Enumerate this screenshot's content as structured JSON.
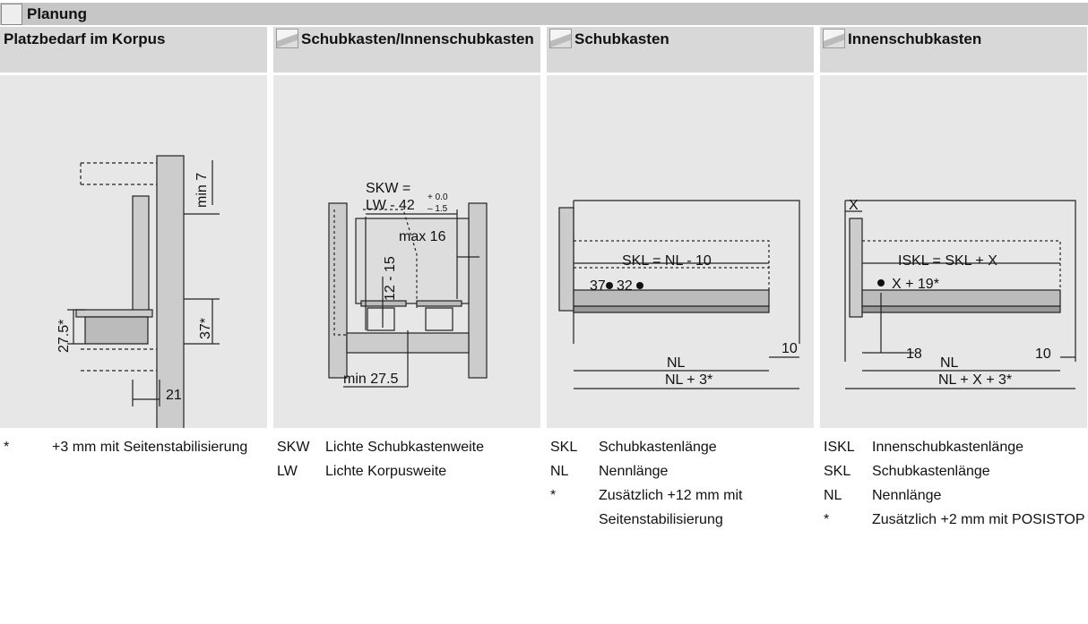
{
  "header": {
    "title": "Planung"
  },
  "columns": [
    {
      "title": "Platzbedarf im Korpus",
      "labels": {
        "min7": "min 7",
        "d275": "27.5*",
        "d37": "37*",
        "d21": "21"
      },
      "notes": [
        {
          "key": "*",
          "text": "+3 mm mit Seitenstabilisierung"
        }
      ]
    },
    {
      "title": "Schubkasten/Innenschubkasten",
      "labels": {
        "skw": "SKW =",
        "lw": "LW - 42",
        "tol_up": "+ 0.0",
        "tol_dn": "– 1.5",
        "max16": "max 16",
        "h": "12 - 15",
        "min275": "min 27.5"
      },
      "notes": [
        {
          "key": "SKW",
          "text": "Lichte Schubkastenweite"
        },
        {
          "key": "LW",
          "text": "Lichte Korpusweite"
        }
      ]
    },
    {
      "title": "Schubkasten",
      "labels": {
        "skl": "SKL = NL - 10",
        "d37": "37",
        "d32": "32",
        "d10": "10",
        "nl": "NL",
        "nl3": "NL + 3*"
      },
      "notes": [
        {
          "key": "SKL",
          "text": "Schubkastenlänge"
        },
        {
          "key": "NL",
          "text": "Nennlänge"
        },
        {
          "key": "*",
          "text": "Zusätzlich +12 mm mit Seitenstabilisierung"
        }
      ]
    },
    {
      "title": "Innenschubkasten",
      "labels": {
        "x": "X",
        "iskl": "ISKL = SKL + X",
        "x19": "X + 19*",
        "d18": "18",
        "d10": "10",
        "nl": "NL",
        "nlx3": "NL + X + 3*"
      },
      "notes": [
        {
          "key": "ISKL",
          "text": "Innenschubkastenlänge"
        },
        {
          "key": "SKL",
          "text": "Schubkastenlänge"
        },
        {
          "key": "NL",
          "text": "Nennlänge"
        },
        {
          "key": "*",
          "text": "Zusätzlich +2 mm mit POSISTOP"
        }
      ]
    }
  ]
}
